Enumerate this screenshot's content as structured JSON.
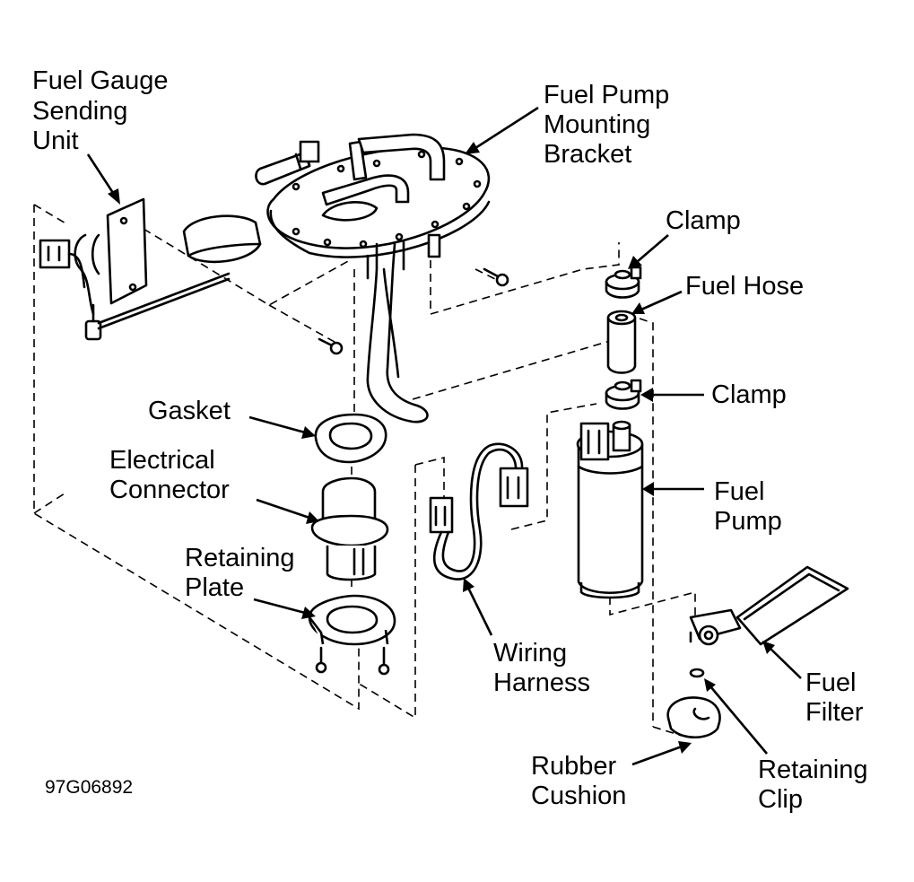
{
  "labels": {
    "fuel_gauge_sending_unit": [
      "Fuel Gauge",
      "Sending",
      "Unit"
    ],
    "fuel_pump_mounting_bracket": [
      "Fuel Pump",
      "Mounting",
      "Bracket"
    ],
    "clamp_top": [
      "Clamp"
    ],
    "fuel_hose": [
      "Fuel Hose"
    ],
    "clamp_bottom": [
      "Clamp"
    ],
    "gasket": [
      "Gasket"
    ],
    "electrical_connector": [
      "Electrical",
      "Connector"
    ],
    "retaining_plate": [
      "Retaining",
      "Plate"
    ],
    "fuel_pump": [
      "Fuel",
      "Pump"
    ],
    "wiring_harness": [
      "Wiring",
      "Harness"
    ],
    "fuel_filter": [
      "Fuel",
      "Filter"
    ],
    "rubber_cushion": [
      "Rubber",
      "Cushion"
    ],
    "retaining_clip": [
      "Retaining",
      "Clip"
    ]
  },
  "figure_code": "97G06892"
}
